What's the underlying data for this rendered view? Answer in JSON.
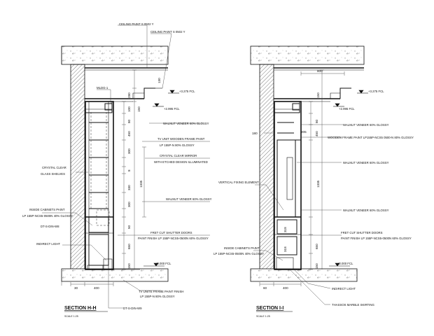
{
  "section_hh": {
    "title": "SECTION H-H",
    "scale": "SCALE 1:25",
    "labels": {
      "ceiling_paint_1": "CEILING PAINT S 0502 Y",
      "ceiling_paint_2": "CEILING PAINT S 0502 Y",
      "mldg": "MLDG-1",
      "level_ceiling": "+3.275 FCL",
      "level_false": "+2.995 FCL",
      "walnut_1": "WALNUT VENEER 60% GLOSSY",
      "tv_unit": "TV UNIT   WOODEN FRAME PAINT",
      "tv_unit_2": "LP 155P-N 80% GLOSSY",
      "mirror_1": "CRYSTAL CLEAR MIRROR",
      "mirror_2": "WITH ETCHED DESIGN ILLUMINATED",
      "crystal_1": "CRYSTAL CLEAR",
      "crystal_2": "GLASS SHELVES",
      "walnut_2": "WALNUT VENEER 60% GLOSSY",
      "inside_1": "INSIDE CABINETS PAINT",
      "inside_2": "LP 155P-NCS5-0500N 40% GLOSSY",
      "dt_ref_1": "DT-S-DIN-W8",
      "indirect": "INDIRECT LIGHT",
      "fret_1": "FRET CUT SHUTTER DOORS",
      "fret_2": "PAINT FINISH   LP 155P-NCS5-0500N  60% GLOSSY",
      "level_floor": "±0.000 FCL",
      "tv_frame_1": "TV UNITE FRAME PAINT FINISH",
      "tv_frame_2": "LP 155P-N 80% GLOSSY",
      "dt_ref_2": "DT-S-DIN-W9"
    },
    "dims": {
      "d280": "280",
      "d130": "130",
      "d100": "100",
      "d150": "150",
      "d80": "80",
      "d450": "450",
      "d300": "300",
      "d8": "8",
      "d330": "330",
      "d1335": "1335",
      "d50": "50",
      "d650": "650",
      "d150b": "150",
      "b30": "30",
      "b400": "400"
    }
  },
  "section_ii": {
    "title": "SECTION I-I",
    "scale": "SCALE 1:25",
    "labels": {
      "level_ceiling": "+3.275 FCL",
      "level_false": "+2.995 FCL",
      "walnut_1": "WALNUT VENEER 60% GLOSSY",
      "wooden_1": "WOODEN FRAME PAINT LP155P-NCS5 0500-N 80% GLOSSY",
      "walnut_2": "WALNUT VENEER 60% GLOSSY",
      "vertical": "VERTICAL FIXING ELEMENT",
      "walnut_3": "WALNUT VENEER 60% GLOSSY",
      "fret_1": "FRET CUT SHUTTER DOORS",
      "fret_2": "PAINT FINISH   LP 155P-NCS5-0500N  60% GLOSSY",
      "inside_1": "INSIDE CABINETS PAINT",
      "inside_2": "LP 155P-NCS5-0500N 40% GLOSSY",
      "level_floor": "±0.000 FCL",
      "indirect": "INDIRECT LIGHT",
      "thassos": "THASSOS MARBLE SKIRTING"
    },
    "dims": {
      "d800": "800",
      "d150": "150",
      "d80": "80",
      "d180": "180",
      "d205": "205",
      "d450": "450",
      "d1335": "1335",
      "d318": "318",
      "d650": "650",
      "d318b": "318",
      "d150b": "150",
      "b60": "60",
      "b400": "400"
    }
  }
}
